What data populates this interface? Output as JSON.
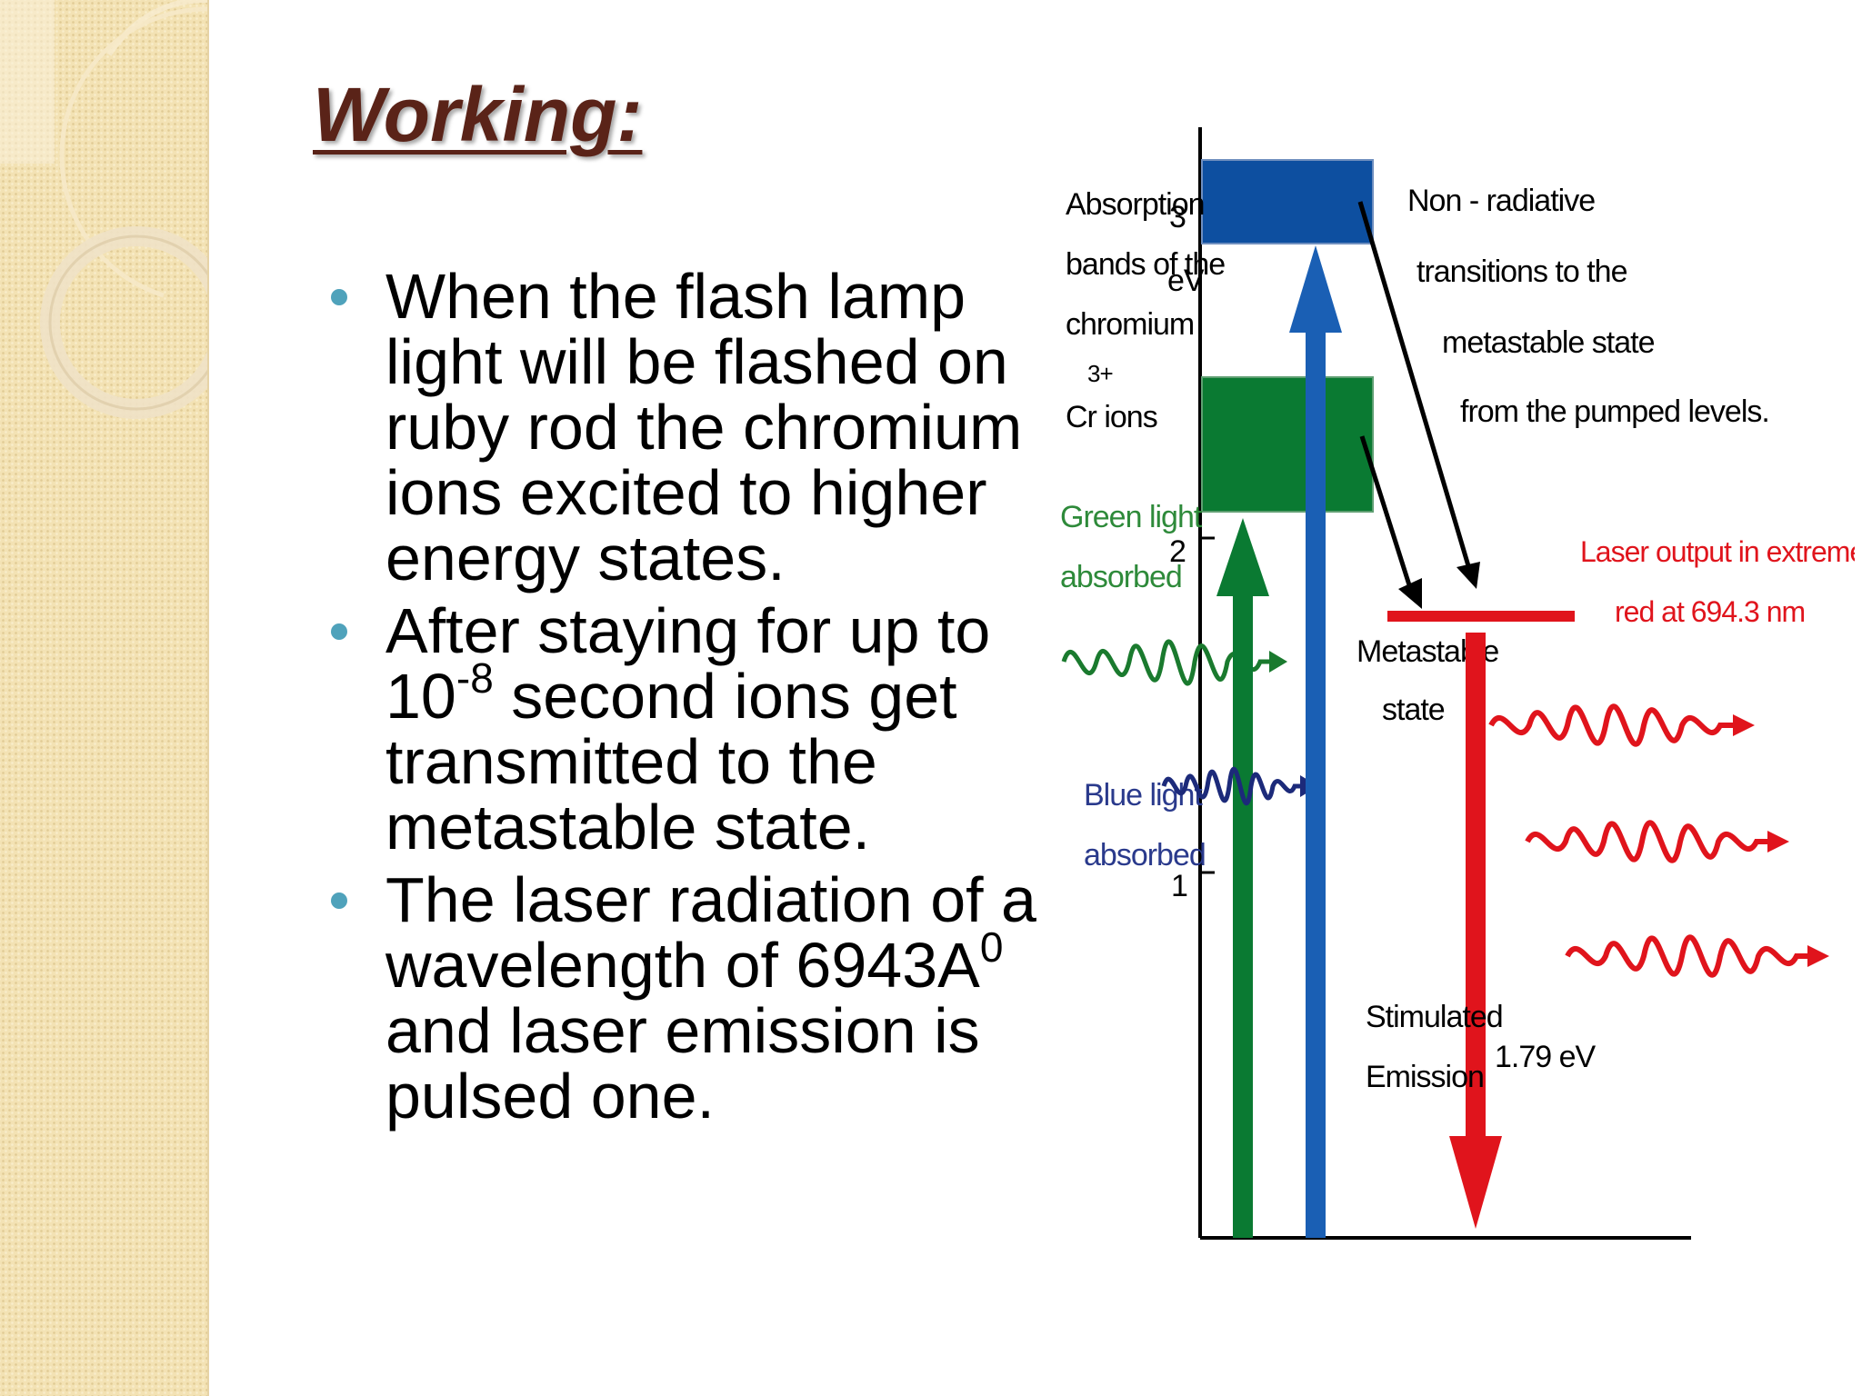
{
  "slide": {
    "title": "Working:",
    "bullets": [
      {
        "text": "When the flash lamp light will be flashed on ruby rod the chromium ions excited to higher energy states."
      },
      {
        "pre": "After staying for up to 10",
        "sup": "-8",
        "post": " second ions get transmitted to the metastable state."
      },
      {
        "pre": "The laser radiation of a wavelength of 6943A",
        "sup": "0",
        "post": " and laser emission is pulsed one."
      }
    ]
  },
  "diagram": {
    "level_3": "3",
    "level_3_unit": "eV",
    "level_2": "2",
    "level_1": "1",
    "absorption_label": [
      "Absorption",
      "bands of the",
      "chromium"
    ],
    "ion_sup": "3+",
    "ion_label": "Cr   ions",
    "green_label": [
      "Green light",
      "absorbed"
    ],
    "blue_label": [
      "Blue light",
      "absorbed"
    ],
    "nonradiative_label": [
      "Non - radiative",
      "transitions to the",
      "metastable state",
      "from the pumped levels."
    ],
    "laser_output_label": [
      "Laser output in extreme",
      "red at 694.3 nm"
    ],
    "metastable_label": [
      "Metastable",
      "state"
    ],
    "stimulated_label": [
      "Stimulated",
      "Emission"
    ],
    "energy_label": "1.79 eV",
    "colors": {
      "blue_band": "#0d4fa0",
      "green_band": "#0a7a32",
      "red": "#e0141c",
      "green_text": "#2e8a3a",
      "blue_text": "#2a3a8c",
      "title": "#5a2318",
      "bullet": "#4fa2bb"
    }
  }
}
